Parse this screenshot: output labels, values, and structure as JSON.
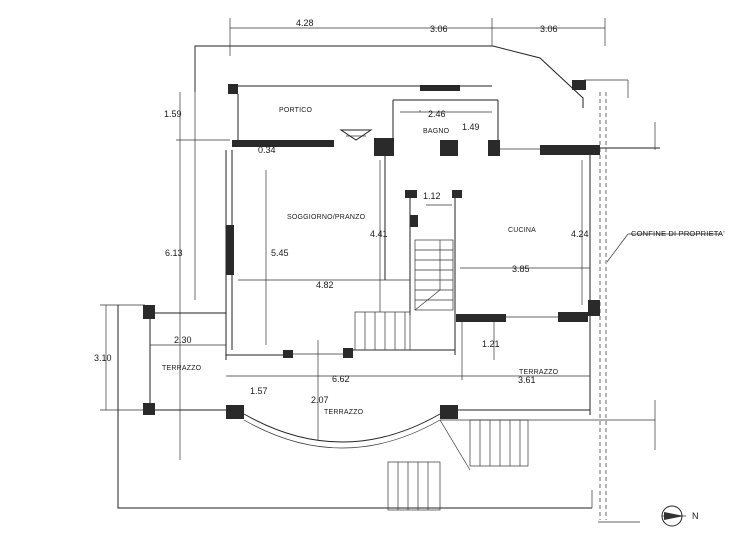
{
  "dimensions": {
    "top_left": "4.28",
    "top_middle": "3.06",
    "top_right": "3.06",
    "portico_height": "1.59",
    "bagno_width": "2.46",
    "bagno_height": "1.49",
    "portico_wall": "0.34",
    "stair_width": "1.12",
    "soggiorno_height": "5.45",
    "soggiorno_depth": "4.41",
    "left_total": "6.13",
    "cucina_height": "4.24",
    "soggiorno_width": "4.82",
    "cucina_width": "3.85",
    "terrazzo_left_height": "3.10",
    "terrazzo_left_width": "2.30",
    "terrazzo_right_height": "1.21",
    "bottom_total": "6.62",
    "terrazzo_right_width": "3.61",
    "bottom_left": "1.57",
    "bottom_mid": "2.07"
  },
  "rooms": {
    "portico": "PORTICO",
    "bagno": "BAGNO",
    "soggiorno": "SOGGIORNO/PRANZO",
    "cucina": "CUCINA",
    "terrazzo_left": "TERRAZZO",
    "terrazzo_right": "TERRAZZO",
    "terrazzo_bottom": "TERRAZZO"
  },
  "labels": {
    "boundary": "CONFINE DI PROPRIETA'",
    "north": "N"
  }
}
